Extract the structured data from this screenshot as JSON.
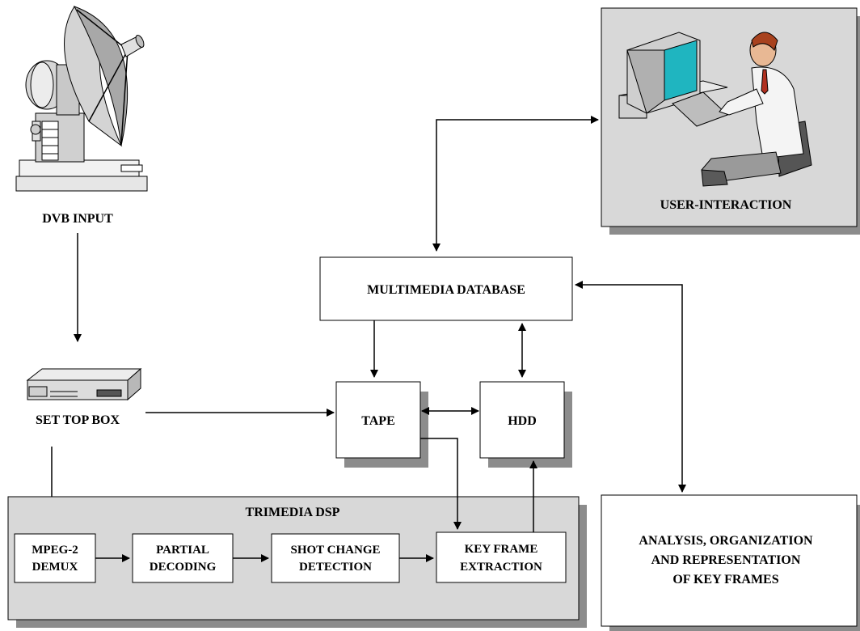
{
  "nodes": {
    "dvb_input": "DVB INPUT",
    "set_top_box": "SET TOP BOX",
    "user_interaction": "USER-INTERACTION",
    "multimedia_database": "MULTIMEDIA DATABASE",
    "tape": "TAPE",
    "hdd": "HDD",
    "trimedia_dsp": "TRIMEDIA DSP",
    "mpeg2_demux": [
      "MPEG-2",
      "DEMUX"
    ],
    "partial_decoding": [
      "PARTIAL",
      "DECODING"
    ],
    "shot_change_detection": [
      "SHOT CHANGE",
      "DETECTION"
    ],
    "key_frame_extraction": [
      "KEY FRAME",
      "EXTRACTION"
    ],
    "analysis": [
      "ANALYSIS, ORGANIZATION",
      "AND REPRESENTATION",
      "OF KEY FRAMES"
    ]
  },
  "illustrations": [
    "satellite-dish",
    "set-top-box-device",
    "user-at-computer"
  ],
  "colors": {
    "panel_fill": "#d8d8d8",
    "shadow": "#8c8c8c",
    "screen": "#1fb5c0",
    "stroke": "#000000"
  }
}
